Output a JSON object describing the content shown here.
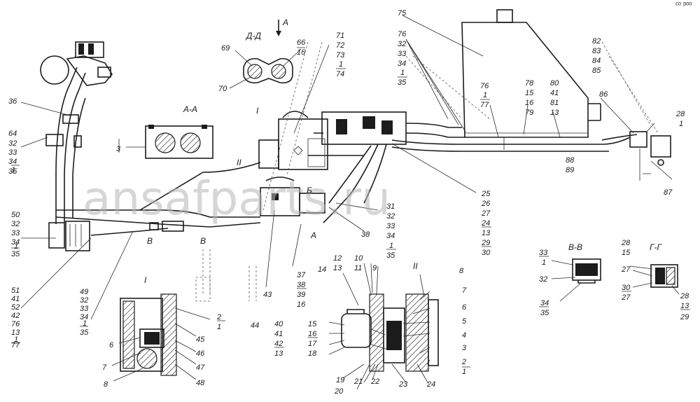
{
  "watermark": "ansafparts.ru",
  "corner_mark": "ᶜᵒ ᵖᵒᵒ",
  "views": {
    "dd": "Д-Д",
    "aa": "А-А",
    "vv": "В-В",
    "gg": "Г-Г",
    "arrow_a": "А",
    "view_i": "I",
    "view_ii": "II",
    "detail_i": "I",
    "detail_ii": "II",
    "mark_b": "Б",
    "mark_v1": "В",
    "mark_v2": "В",
    "mark_a": "А"
  },
  "callouts": {
    "c75": "75",
    "c76a": "76",
    "c32a": "32",
    "c33a": "33",
    "c34a": "34",
    "c1a": "1",
    "c35a": "35",
    "c71": "71",
    "c72": "72",
    "c73": "73",
    "c1b": "1",
    "c74": "74",
    "c69": "69",
    "c66": "66",
    "c16a": "16",
    "c70": "70",
    "c82": "82",
    "c83": "83",
    "c84": "84",
    "c85": "85",
    "c86": "86",
    "c76b": "76",
    "c1c": "1",
    "c77a": "77",
    "c78": "78",
    "c15a": "15",
    "c16b": "16",
    "c79": "79",
    "c80": "80",
    "c41a": "41",
    "c81": "81",
    "c13a": "13",
    "c28a": "28",
    "c1d": "1",
    "c88": "88",
    "c89": "89",
    "c87": "87",
    "c36": "36",
    "c64": "64",
    "c32b": "32",
    "c33b": "33",
    "c34b": "34",
    "c1e": "1",
    "c35b": "35",
    "c3": "3",
    "c25": "25",
    "c26": "26",
    "c27a": "27",
    "c24": "24",
    "c13b": "13",
    "c29a": "29",
    "c30a": "30",
    "c31": "31",
    "c32c": "32",
    "c33c": "33",
    "c34c": "34",
    "c1f": "1",
    "c35c": "35",
    "c38": "38",
    "c50": "50",
    "c32d": "32",
    "c33d": "33",
    "c34d": "34",
    "c1g": "1",
    "c35d": "35",
    "c49": "49",
    "c32e": "32",
    "c33e": "33",
    "c34e": "34",
    "c1h": "1",
    "c35e": "35",
    "c51": "51",
    "c41b": "41",
    "c52": "52",
    "c42a": "42",
    "c76c": "76",
    "c13c": "13",
    "c1i": "1",
    "c77b": "77",
    "c43": "43",
    "c44": "44",
    "c37": "37",
    "c38b": "38",
    "c39": "39",
    "c16c": "16",
    "c40": "40",
    "c41c": "41",
    "c42b": "42",
    "c13d": "13",
    "c2a": "2",
    "c1j": "1",
    "c45": "45",
    "c46": "46",
    "c47": "47",
    "c48": "48",
    "c6a": "6",
    "c7a": "7",
    "c8a": "8",
    "c12": "12",
    "c13e": "13",
    "c10": "10",
    "c11": "11",
    "c9": "9",
    "c14": "14",
    "c15b": "15",
    "c16d": "16",
    "c17": "17",
    "c18": "18",
    "c19": "19",
    "c20": "20",
    "c21": "21",
    "c22": "22",
    "c23": "23",
    "c24b": "24",
    "c8b": "8",
    "c7b": "7",
    "c6b": "6",
    "c5": "5",
    "c4": "4",
    "c3b": "3",
    "c2b": "2",
    "c1k": "1",
    "c33f": "33",
    "c1l": "1",
    "c32f": "32",
    "c34f": "34",
    "c35f": "35",
    "c28b": "28",
    "c15c": "15",
    "c27b": "27",
    "c30b": "30",
    "c27c": "27",
    "c28c": "28",
    "c13f": "13",
    "c29b": "29"
  }
}
